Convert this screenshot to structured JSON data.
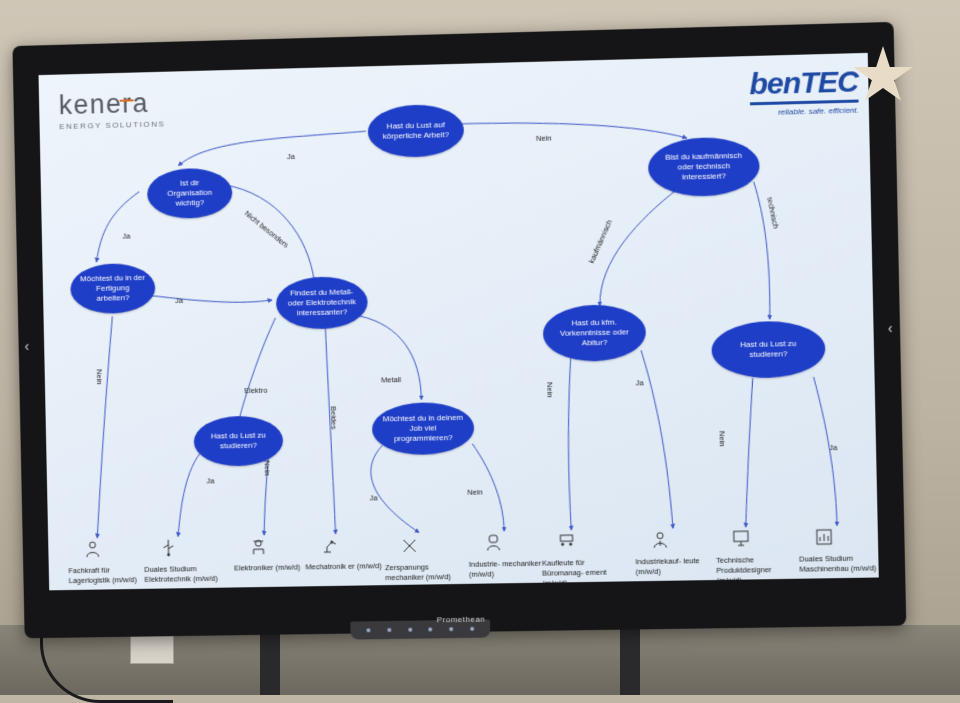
{
  "brand": {
    "kenera_name": "kenera",
    "kenera_sub": "ENERGY SOLUTIONS",
    "bentec_name": "benTEC",
    "bentec_tag": "reliable. safe. efficient.",
    "monitor_brand": "Promethean"
  },
  "questions": {
    "q1": "Hast du Lust auf körperliche Arbeit?",
    "q2": "Ist dir Organisation wichtig?",
    "q3": "Bist du kaufmännisch oder technisch interessiert?",
    "q4": "Möchtest du in der Fertigung arbeiten?",
    "q5": "Findest du Metall- oder Elektrotechnik interessanter?",
    "q6": "Hast du kfm. Vorkenntnisse oder Abitur?",
    "q7": "Hast du Lust zu studieren?",
    "q8": "Hast du Lust zu studieren?",
    "q9": "Möchtest du in deinem Job viel programmieren?"
  },
  "edges": {
    "ja_1": "Ja",
    "nein_1": "Nein",
    "ja_2": "Ja",
    "nicht_besonders": "Nicht besonders",
    "kaufmaennisch": "kaufmännisch",
    "technisch": "technisch",
    "ja_3": "Ja",
    "nein_2": "Nein",
    "elektro": "Elektro",
    "beides": "Beides",
    "metall": "Metall",
    "nein_3": "Nein",
    "ja_4": "Ja",
    "nein_4": "Nein",
    "ja_5": "Ja",
    "ja_6": "Ja",
    "nein_5": "Nein",
    "ja_7": "Ja",
    "nein_6": "Nein"
  },
  "outcomes": [
    {
      "label": "Fachkraft für Lagerlogistik (m/w/d)",
      "icon": "worker-icon"
    },
    {
      "label": "Duales Studium Elektrotechnik (m/w/d)",
      "icon": "usb-icon"
    },
    {
      "label": "Elektroniker (m/w/d)",
      "icon": "electrician-icon"
    },
    {
      "label": "Mechatronik er (m/w/d)",
      "icon": "robot-arm-icon"
    },
    {
      "label": "Zerspanungs mechaniker (m/w/d)",
      "icon": "tools-icon"
    },
    {
      "label": "Industrie- mechaniker (m/w/d)",
      "icon": "welder-icon"
    },
    {
      "label": "Kaufleute für Büromanag- ement (m/w/d)",
      "icon": "meeting-icon"
    },
    {
      "label": "Industriekauf- leute (m/w/d)",
      "icon": "businessman-icon"
    },
    {
      "label": "Technische Produktdesigner (m/w/d)",
      "icon": "monitor-design-icon"
    },
    {
      "label": "Duales Studium Maschinenbau (m/w/d)",
      "icon": "machine-chart-icon"
    }
  ],
  "colors": {
    "bubble": "#1f3ec8",
    "arrow": "#3b55c9",
    "bentec_blue": "#1f4aa3",
    "kenera_accent": "#e36a1b"
  }
}
